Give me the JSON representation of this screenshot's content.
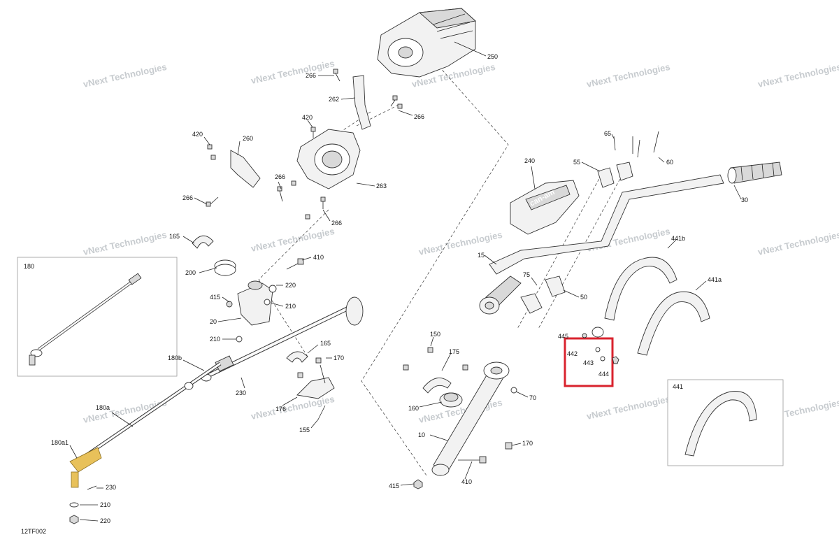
{
  "diagram_code": "12TF002",
  "watermark_text": "vNext Technologies",
  "highlight_color": "#d9232e",
  "accent_color": "#e8c15a",
  "callouts": {
    "c250": "250",
    "c266a": "266",
    "c262": "262",
    "c266b": "266",
    "c420a": "420",
    "c420b": "420",
    "c260": "260",
    "c266c": "266",
    "c266d": "266",
    "c263": "263",
    "c266e": "266",
    "c165a": "165",
    "c410a": "410",
    "c200": "200",
    "c220a": "220",
    "c415a": "415",
    "c210a": "210",
    "c20": "20",
    "c210b": "210",
    "c165b": "165",
    "c170a": "170",
    "c230a": "230",
    "c176": "176",
    "c155": "155",
    "c180": "180",
    "c180b": "180b",
    "c180a": "180a",
    "c180a1": "180a1",
    "c230b": "230",
    "c210c": "210",
    "c220b": "220",
    "c240": "240",
    "c55": "55",
    "c65": "65",
    "c60": "60",
    "c30": "30",
    "c15": "15",
    "c75": "75",
    "c50": "50",
    "c441b": "441b",
    "c441a": "441a",
    "c445": "445",
    "c442": "442",
    "c443": "443",
    "c444": "444",
    "c150": "150",
    "c175": "175",
    "c160": "160",
    "c70": "70",
    "c10": "10",
    "c170b": "170",
    "c410b": "410",
    "c415b": "415",
    "c441": "441"
  },
  "logo_text": "can-am"
}
